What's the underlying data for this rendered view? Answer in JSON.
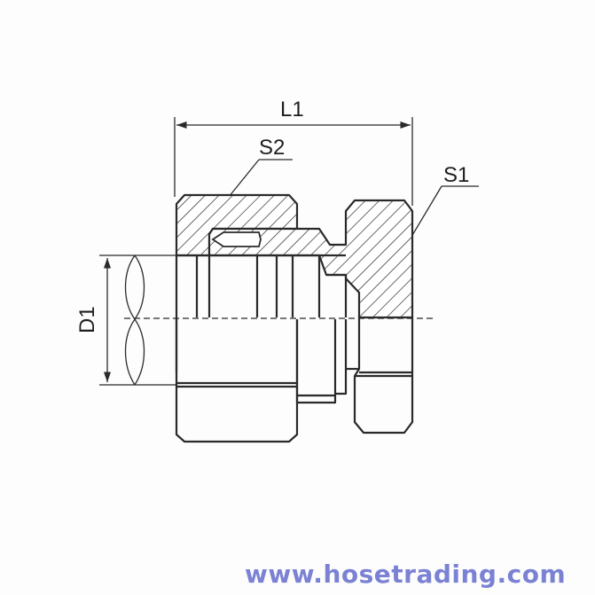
{
  "labels": {
    "length": "L1",
    "nut_size": "S2",
    "body_size": "S1",
    "diameter": "D1"
  },
  "watermark": "www.hosetrading.com",
  "colors": {
    "line": "#2a2a2a",
    "watermark": "#7b82d4",
    "background": "#fdfdfd"
  }
}
